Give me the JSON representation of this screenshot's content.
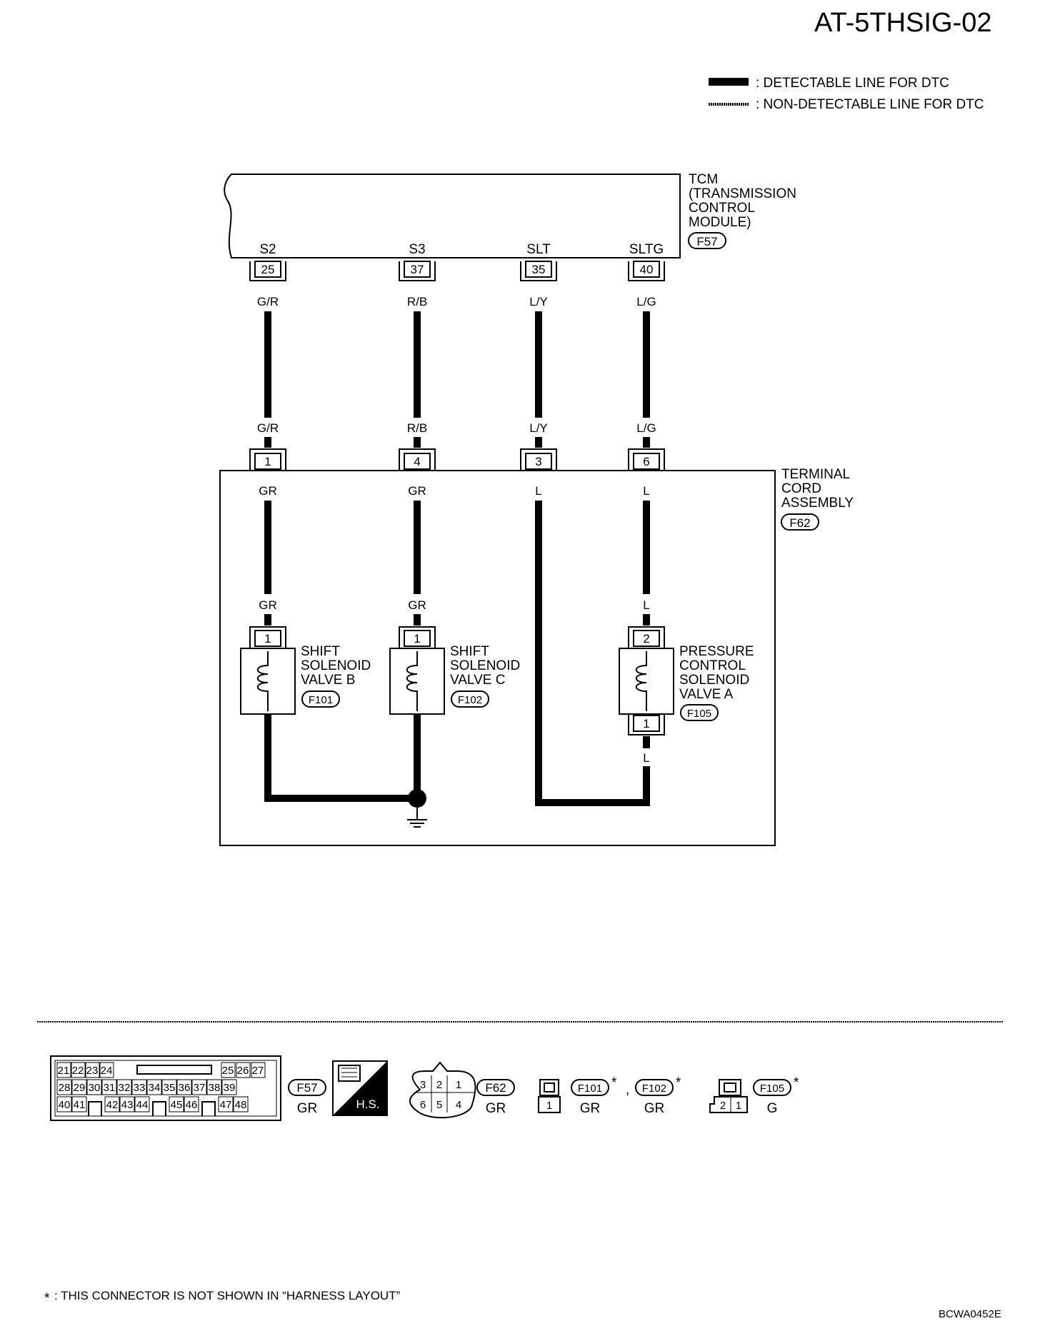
{
  "page_id": "AT-5THSIG-02",
  "figure_code": "BCWA0452E",
  "legend": {
    "detectable": ": DETECTABLE LINE FOR DTC",
    "non_detectable": ": NON-DETECTABLE LINE FOR DTC"
  },
  "tcm": {
    "name_lines": [
      "TCM",
      "(TRANSMISSION",
      "CONTROL",
      "MODULE)"
    ],
    "connector": "F57",
    "terminals": [
      {
        "signal": "S2",
        "pin": "25",
        "wire": "G/R"
      },
      {
        "signal": "S3",
        "pin": "37",
        "wire": "R/B"
      },
      {
        "signal": "SLT",
        "pin": "35",
        "wire": "L/Y"
      },
      {
        "signal": "SLTG",
        "pin": "40",
        "wire": "L/G"
      }
    ]
  },
  "tca": {
    "name_lines": [
      "TERMINAL",
      "CORD",
      "ASSEMBLY"
    ],
    "connector": "F62",
    "pins": [
      {
        "pin": "1",
        "wire_in": "G/R",
        "wire_out": "GR"
      },
      {
        "pin": "4",
        "wire_in": "R/B",
        "wire_out": "GR"
      },
      {
        "pin": "3",
        "wire_in": "L/Y",
        "wire_out": "L"
      },
      {
        "pin": "6",
        "wire_in": "L/G",
        "wire_out": "L"
      }
    ]
  },
  "solenoids": [
    {
      "name_lines": [
        "SHIFT",
        "SOLENOID",
        "VALVE B"
      ],
      "connector": "F101",
      "wire": "GR",
      "pin": "1"
    },
    {
      "name_lines": [
        "SHIFT",
        "SOLENOID",
        "VALVE C"
      ],
      "connector": "F102",
      "wire": "GR",
      "pin": "1"
    },
    {
      "name_lines": [
        "PRESSURE",
        "CONTROL",
        "SOLENOID",
        "VALVE A"
      ],
      "connector": "F105",
      "wire_top": "L",
      "pin_top": "2",
      "pin_bottom": "1",
      "wire_bottom": "L"
    }
  ],
  "connector_views": {
    "f57": {
      "row1": [
        "21",
        "22",
        "23",
        "24",
        "25",
        "26",
        "27"
      ],
      "row2": [
        "28",
        "29",
        "30",
        "31",
        "32",
        "33",
        "34",
        "35",
        "36",
        "37",
        "38",
        "39"
      ],
      "row3": [
        "40",
        "41",
        "42",
        "43",
        "44",
        "45",
        "46",
        "47",
        "48"
      ],
      "ref": "F57",
      "color": "GR",
      "hs": "H.S."
    },
    "f62": {
      "top": [
        "3",
        "2",
        "1"
      ],
      "bottom": [
        "6",
        "5",
        "4"
      ],
      "ref": "F62",
      "color": "GR"
    },
    "f101_f102": {
      "pin": "1",
      "refs": [
        "F101",
        "F102"
      ],
      "colors": [
        "GR",
        "GR"
      ],
      "separator": ",",
      "star": "*"
    },
    "f105": {
      "pins": [
        "2",
        "1"
      ],
      "ref": "F105",
      "color": "G",
      "star": "*"
    }
  },
  "footnote": {
    "star": "*",
    "text": ": THIS CONNECTOR IS NOT SHOWN IN “HARNESS LAYOUT”"
  }
}
